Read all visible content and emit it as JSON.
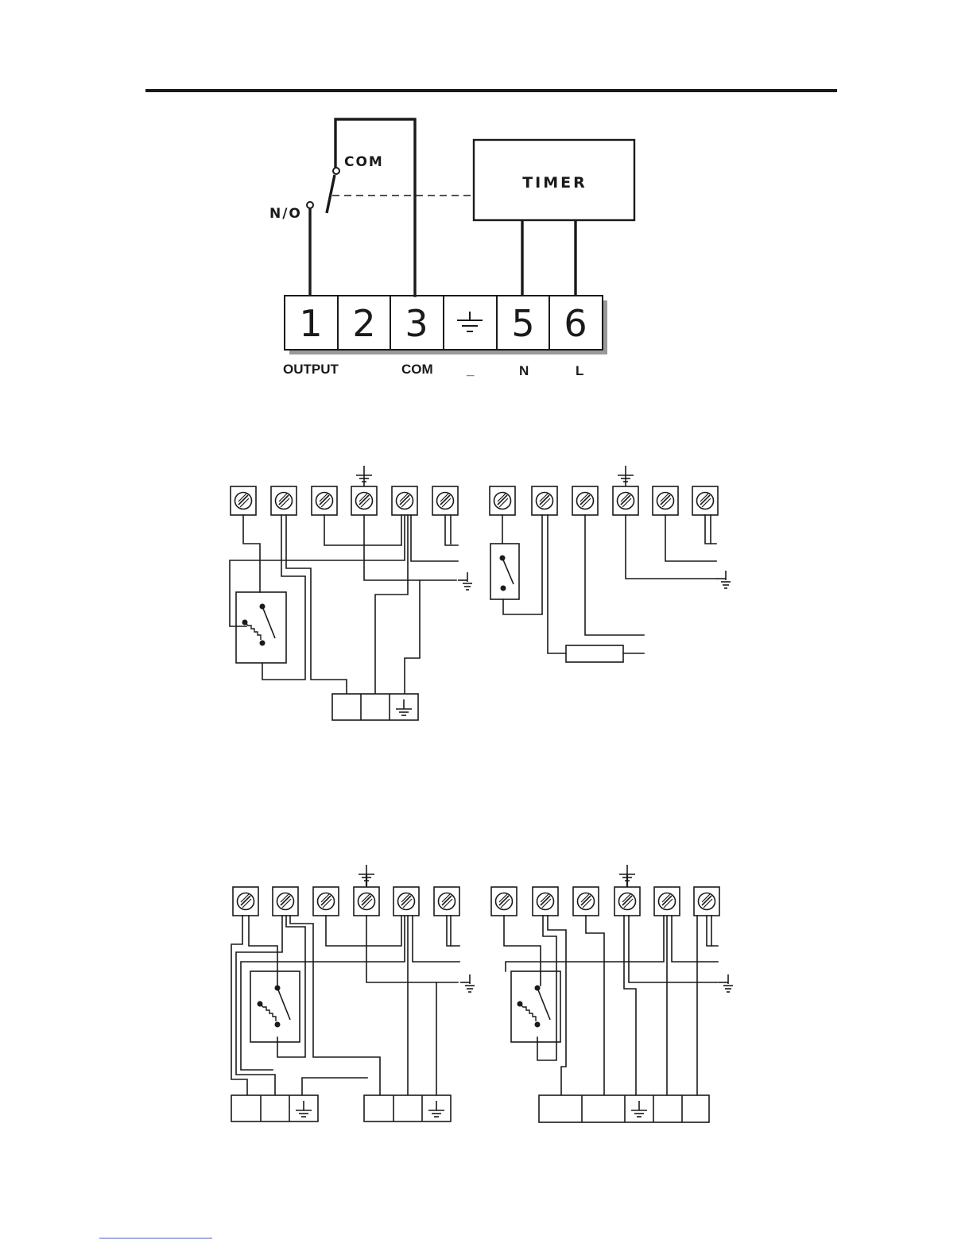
{
  "main_diagram": {
    "switch_com_label": "COM",
    "switch_no_label": "N/O",
    "timer_label": "TIMER",
    "terminals": [
      "1",
      "2",
      "3",
      "",
      "5",
      "6"
    ],
    "terminal_labels": {
      "t1": "OUTPUT",
      "t3": "COM",
      "t4": "_",
      "t5": "N",
      "t6": "L"
    }
  }
}
